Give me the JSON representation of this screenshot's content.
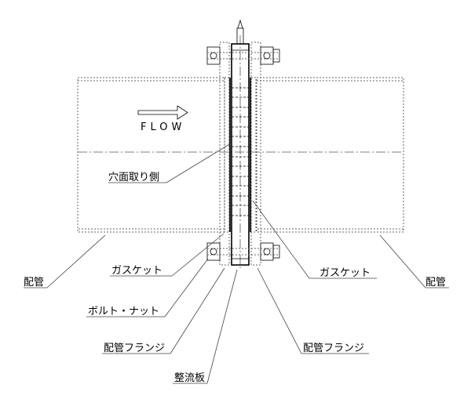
{
  "flow_label": "FLOW",
  "labels": {
    "chamfer_side": "穴面取り側",
    "gasket_left": "ガスケット",
    "gasket_right": "ガスケット",
    "pipe_left": "配管",
    "pipe_right": "配管",
    "bolt_nut": "ボルト・ナット",
    "pipe_flange_left": "配管フランジ",
    "pipe_flange_right": "配管フランジ",
    "flow_straightener": "整流板"
  }
}
